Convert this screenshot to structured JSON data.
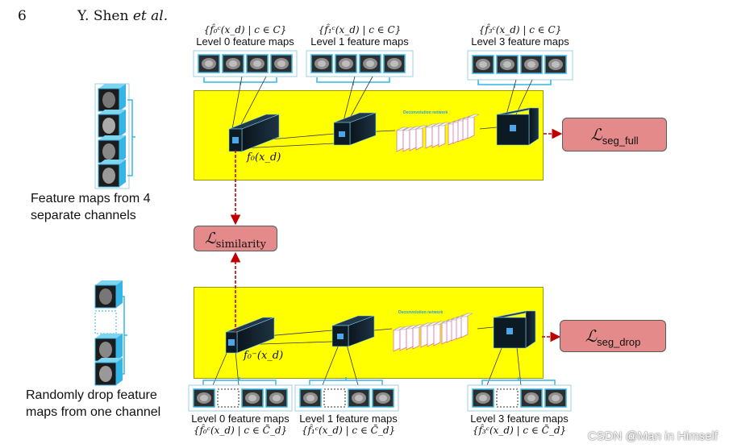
{
  "header": {
    "page_number": "6",
    "authors": "Y. Shen",
    "etal": "et al."
  },
  "top_panel": {
    "maps": [
      {
        "set": "{f̂₀ᶜ(x_d) | c ∈ C}",
        "label": "Level 0 feature maps"
      },
      {
        "set": "{f̂₁ᶜ(x_d) | c ∈ C}",
        "label": "Level 1 feature maps"
      },
      {
        "set": "{f̂₃ᶜ(x_d) | c ∈ C}",
        "label": "Level 3 feature maps"
      }
    ],
    "feature_label": "f₀(x_d)",
    "deconv_label": "Deconvolution network",
    "loss_main": "ℒ",
    "loss_sub": "seg_full"
  },
  "similarity": {
    "main": "ℒ",
    "sub": "similarity"
  },
  "bottom_panel": {
    "maps": [
      {
        "label": "Level 0 feature maps",
        "set": "{f̂₀ᶜ(x_d) | c ∈ C̄_d}"
      },
      {
        "label": "Level 1 feature maps",
        "set": "{f̂₁ᶜ(x_d) | c ∈ C̄_d}"
      },
      {
        "label": "Level 3 feature maps",
        "set": "{f̂₃ᶜ(x_d) | c ∈ C̄_d}"
      }
    ],
    "feature_label": "f₀⁻(x_d)",
    "deconv_label": "Deconvolution network",
    "loss_main": "ℒ",
    "loss_sub": "seg_drop"
  },
  "side_labels": {
    "top": [
      "Feature maps from 4",
      "separate channels"
    ],
    "bottom": [
      "Randomly drop feature",
      "maps from one channel"
    ]
  },
  "colors": {
    "panel": "#ffff00",
    "loss": "#e58a8a",
    "cube": "#0c1a24",
    "arrow": "#c00000",
    "accent": "#35b5e5"
  },
  "watermark": "CSDN @Man in Himself"
}
